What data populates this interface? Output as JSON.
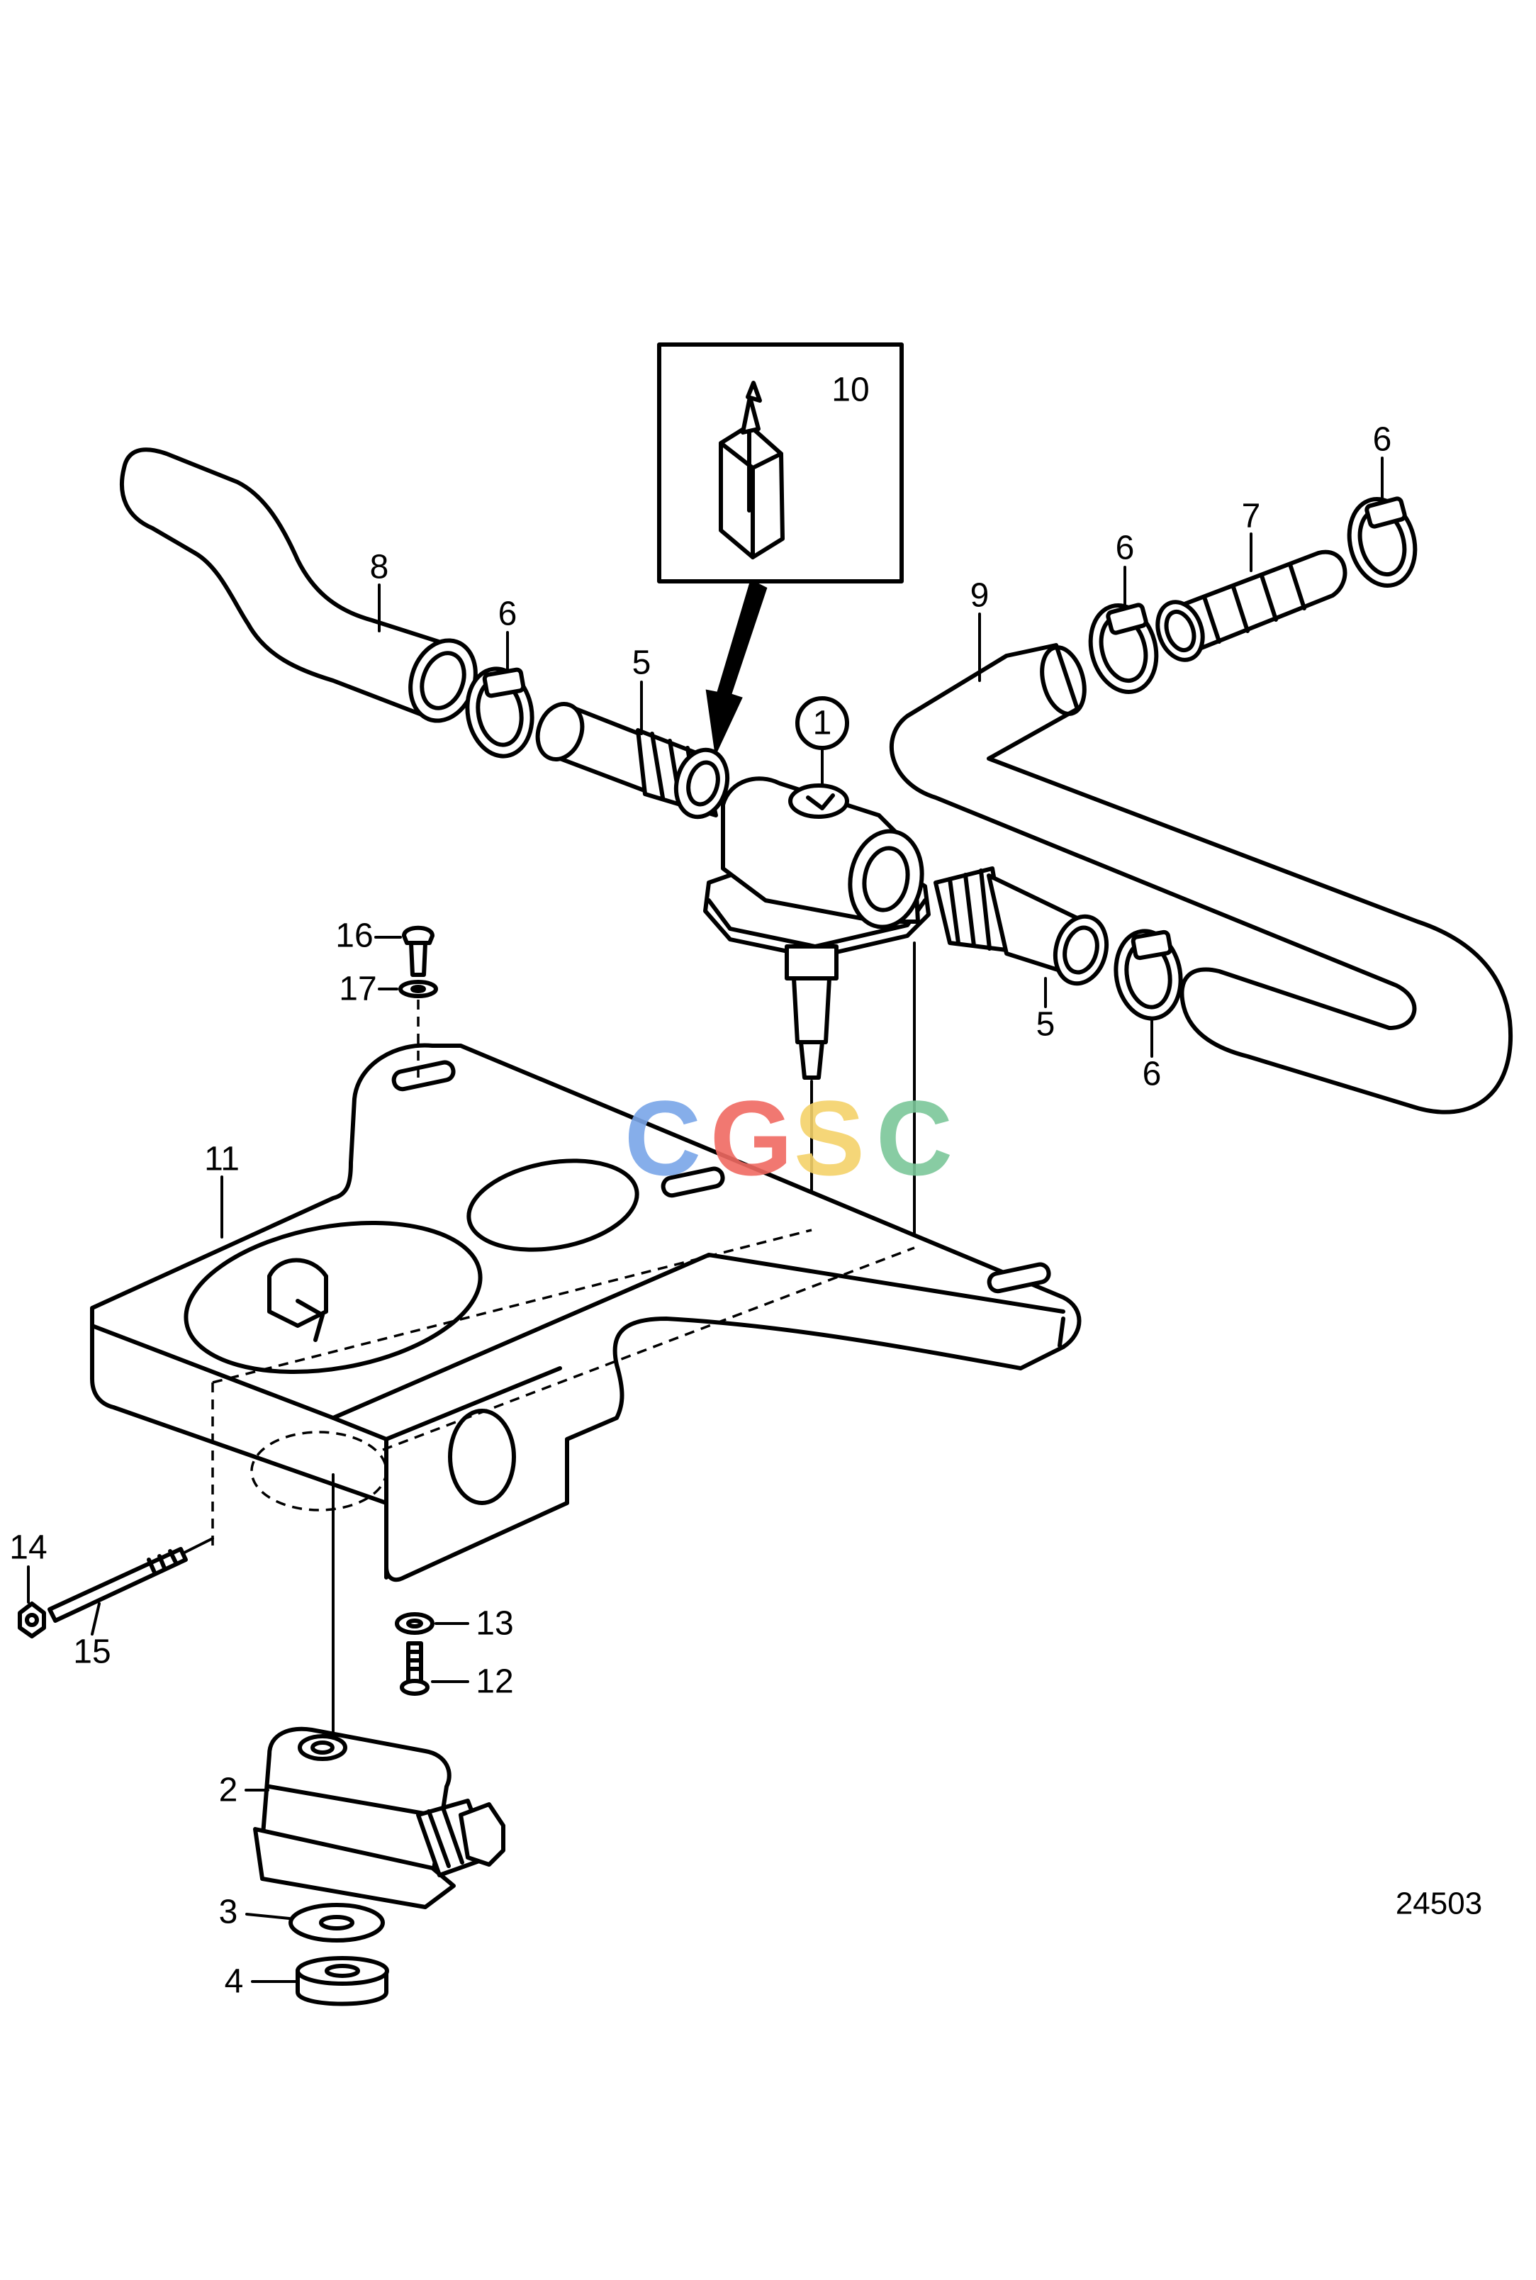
{
  "labels": {
    "l1": "1",
    "l2": "2",
    "l3": "3",
    "l4": "4",
    "l5a": "5",
    "l5b": "5",
    "l6a": "6",
    "l6b": "6",
    "l6c": "6",
    "l6d": "6",
    "l7": "7",
    "l8": "8",
    "l9": "9",
    "l10": "10",
    "l11": "11",
    "l12": "12",
    "l13": "13",
    "l14": "14",
    "l15": "15",
    "l16": "16",
    "l17": "17"
  },
  "reference_number": "24503",
  "watermark": {
    "letters": [
      "C",
      "G",
      "S",
      "C"
    ],
    "colors": [
      "#7aa6e8",
      "#f06a62",
      "#f4d26a",
      "#7cc79a"
    ]
  }
}
